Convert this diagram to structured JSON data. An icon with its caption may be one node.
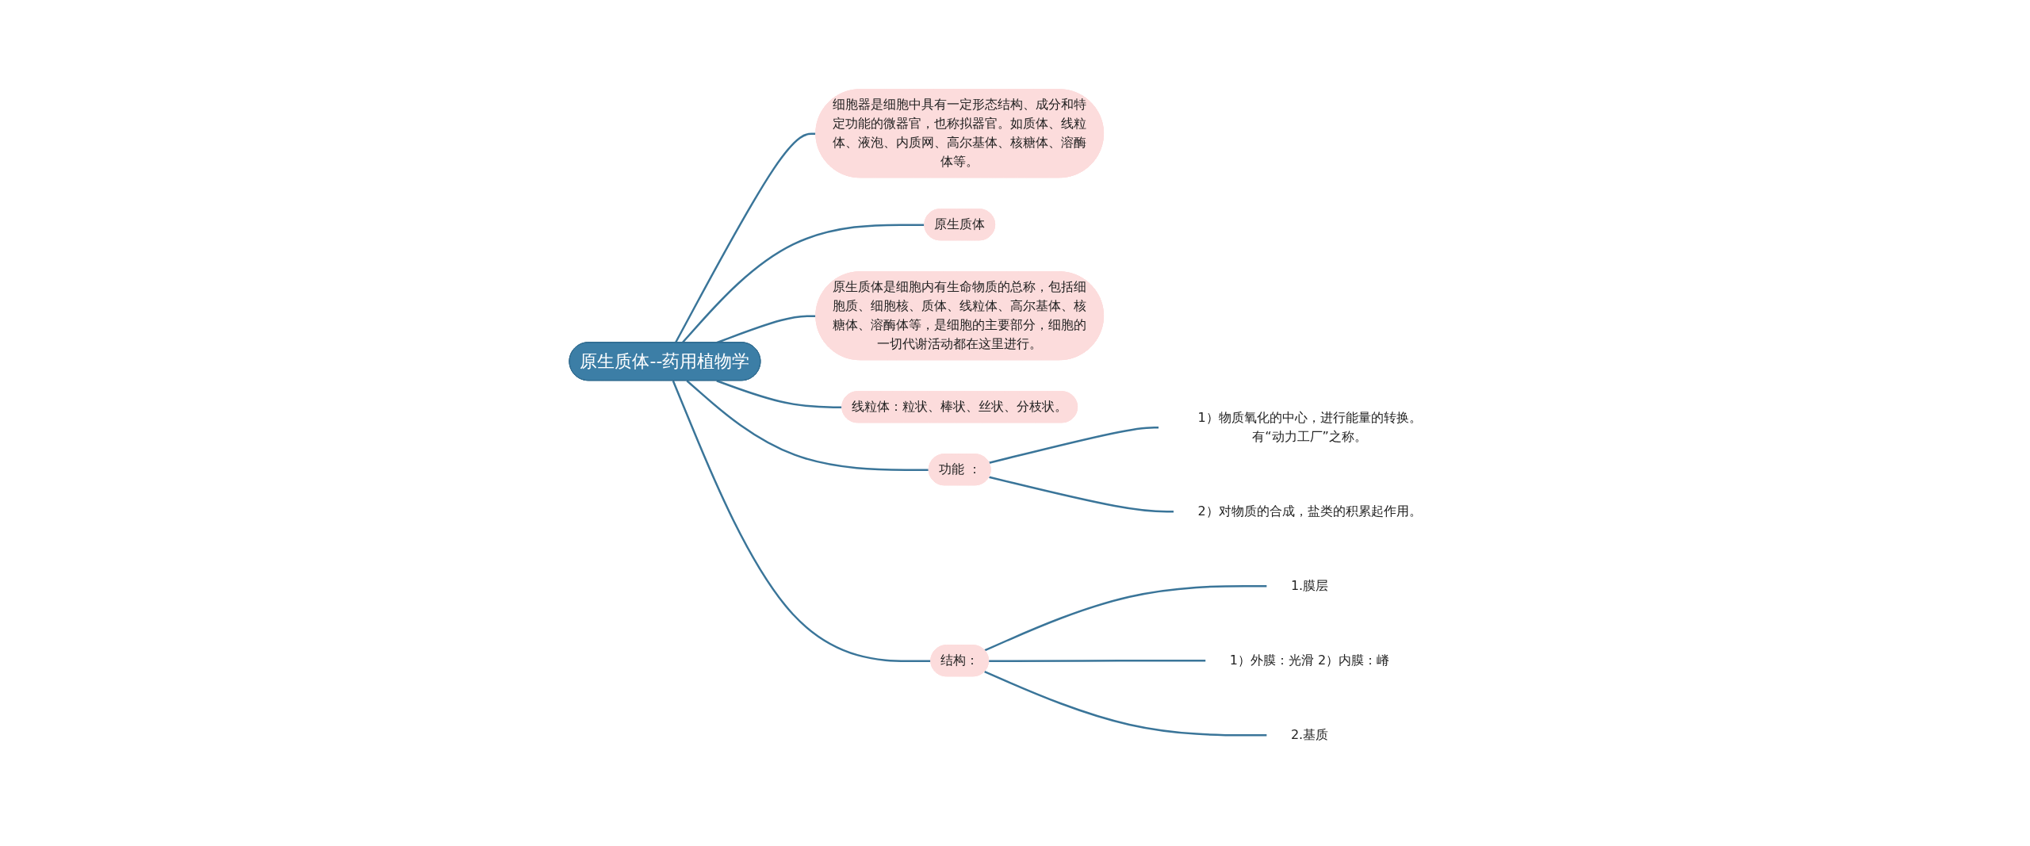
{
  "diagram": {
    "nodes": [
      {
        "text": [
          "原生质体--药用植物学"
        ]
      },
      {
        "text": [
          "原生质体是细胞内有生命物质的总称，包括细胞质、细胞核、质体、线粒体、高尔基体、核糖体、溶酶体等，是细胞的主要部分，细胞的一切代谢活动都在这里进行。"
        ]
      },
      {
        "text": [
          "线粒体：粒状、棒状、丝状、分枝状。"
        ]
      },
      {
        "text": [
          "功能 ："
        ]
      },
      {
        "text": [
          "1）物质氧化的中心，进行能量的转换。有“动力工厂”之称。"
        ]
      },
      {
        "text": [
          "2）对物质的合成，盐类的积累起作用。"
        ]
      },
      {
        "text": [
          "原生质体"
        ]
      },
      {
        "text": [
          "细胞器是细胞中具有一定形态结构、成分和特定功能的微器官，也称拟器官。如质体、线粒体、液泡、内质网、高尔基体、核糖体、溶酶体等。"
        ]
      },
      {
        "text": [
          "结构："
        ]
      },
      {
        "text": [
          "1.膜层"
        ]
      },
      {
        "text": [
          "1）外膜：光滑 2）内膜：嵴"
        ]
      },
      {
        "text": [
          "2.基质"
        ]
      }
    ],
    "edges": [
      {
        "from": 0,
        "to": 1,
        "arrow": "none"
      },
      {
        "from": 0,
        "to": 2,
        "arrow": "none"
      },
      {
        "from": 0,
        "to": 3,
        "arrow": "none"
      },
      {
        "from": 3,
        "to": 4,
        "arrow": "none"
      },
      {
        "from": 3,
        "to": 5,
        "arrow": "none"
      },
      {
        "from": 0,
        "to": 6,
        "arrow": "none"
      },
      {
        "from": 0,
        "to": 7,
        "arrow": "none"
      },
      {
        "from": 0,
        "to": 8,
        "arrow": "none"
      },
      {
        "from": 8,
        "to": 9,
        "arrow": "none"
      },
      {
        "from": 8,
        "to": 10,
        "arrow": "none"
      },
      {
        "from": 8,
        "to": 11,
        "arrow": "none"
      }
    ]
  }
}
